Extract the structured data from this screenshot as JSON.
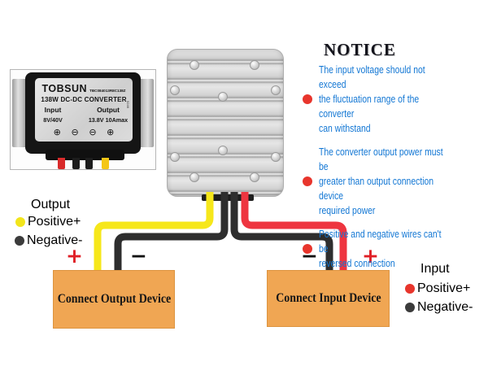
{
  "photo": {
    "brand": "TOBSUN",
    "model_code": "TBC084013R8C138Z",
    "product_title": "138W DC-DC CONVERTER",
    "input_label": "Input",
    "output_label": "Output",
    "input_spec": "8V/40V",
    "output_spec": "13.8V 10Amax",
    "terminals": [
      "⊕",
      "⊖",
      "⊖",
      "⊕"
    ],
    "side_code": "9246"
  },
  "notice": {
    "title": "NOTICE",
    "items": [
      {
        "text": "The input voltage should not exceed\nthe fluctuation range of the converter\ncan withstand"
      },
      {
        "text": "The converter output power must be\ngreater than output connection device\nrequired power"
      },
      {
        "text": "Positive and negative wires can't be\nreversed connection"
      }
    ]
  },
  "output_legend": {
    "title": "Output",
    "positive": "Positive+",
    "negative": "Negative-"
  },
  "input_legend": {
    "title": "Input",
    "positive": "Positive+",
    "negative": "Negative-"
  },
  "boxes": {
    "output": "Connect Output Device",
    "input": "Connect Input Device"
  },
  "polarity": {
    "plus": "+",
    "minus": "−"
  },
  "colors": {
    "accent_blue": "#1377d4",
    "wire_red": "#ee3540",
    "wire_yellow": "#f6e71a",
    "wire_black": "#2e2e2e",
    "device_orange": "#f0a653"
  }
}
